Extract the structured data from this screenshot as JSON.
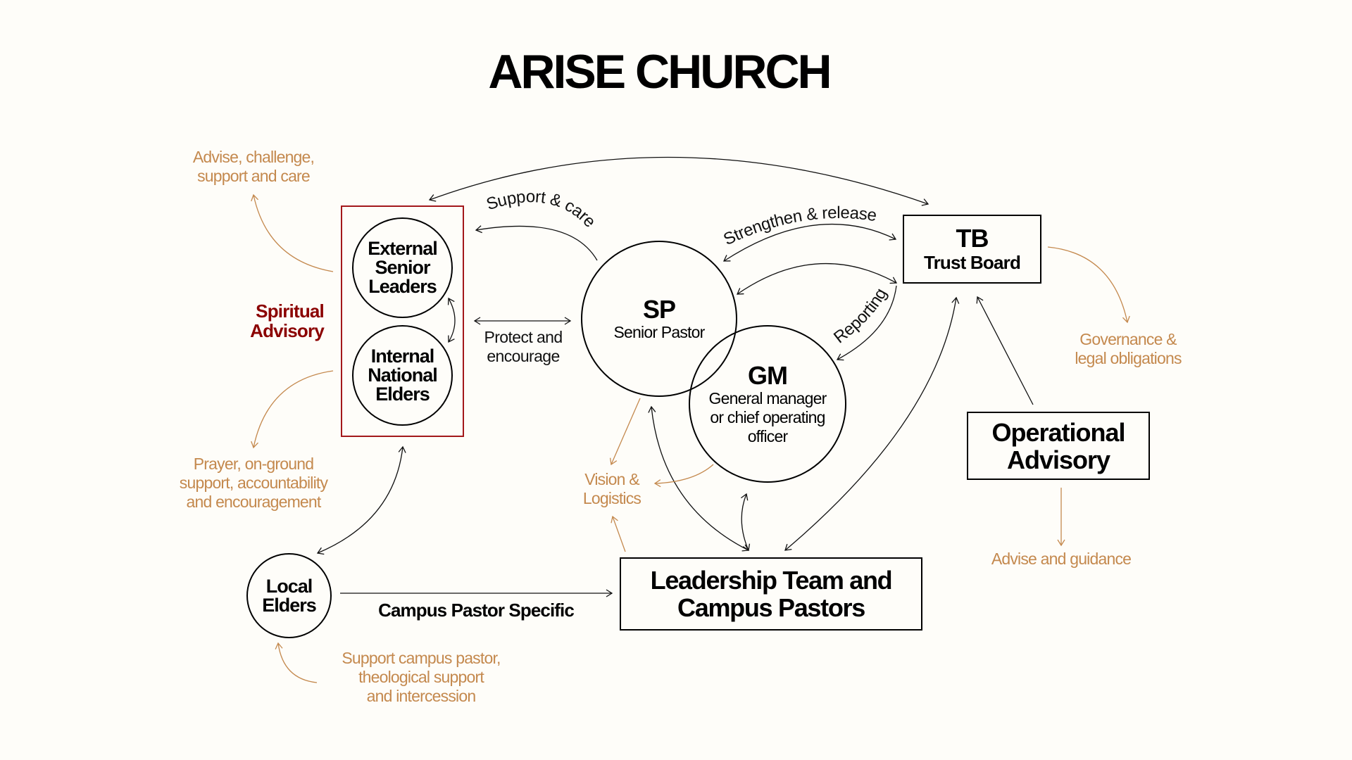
{
  "title": "ARISE CHURCH",
  "colors": {
    "background": "#fefdf9",
    "annotation": "#c4894e",
    "spiritual_accent": "#8b0000",
    "spiritual_border": "#a3181b",
    "line": "#111111"
  },
  "spiritual_advisory": {
    "label_line1": "Spiritual",
    "label_line2": "Advisory",
    "external": {
      "line1": "External",
      "line2": "Senior",
      "line3": "Leaders"
    },
    "internal": {
      "line1": "Internal",
      "line2": "National",
      "line3": "Elders"
    }
  },
  "senior_pastor": {
    "abbr": "SP",
    "name": "Senior Pastor"
  },
  "general_manager": {
    "abbr": "GM",
    "line1": "General manager",
    "line2": "or chief operating",
    "line3": "officer"
  },
  "trust_board": {
    "abbr": "TB",
    "name": "Trust Board"
  },
  "operational_advisory": {
    "line1": "Operational",
    "line2": "Advisory"
  },
  "leadership": {
    "line1": "Leadership Team and",
    "line2": "Campus Pastors"
  },
  "local_elders": {
    "line1": "Local",
    "line2": "Elders"
  },
  "relationships": {
    "support_care": "Support & care",
    "strengthen_release": "Strengthen & release",
    "reporting": "Reporting",
    "protect_line1": "Protect and",
    "protect_line2": "encourage",
    "campus_pastor_specific": "Campus Pastor Specific"
  },
  "annotations": {
    "advise_challenge": {
      "line1": "Advise, challenge,",
      "line2": "support and care"
    },
    "prayer": {
      "line1": "Prayer, on-ground",
      "line2": "support, accountability",
      "line3": "and encouragement"
    },
    "vision": {
      "line1": "Vision &",
      "line2": "Logistics"
    },
    "governance": {
      "line1": "Governance &",
      "line2": "legal obligations"
    },
    "advise_guidance": "Advise and guidance",
    "support_campus": {
      "line1": "Support campus pastor,",
      "line2": "theological support",
      "line3": "and intercession"
    }
  }
}
